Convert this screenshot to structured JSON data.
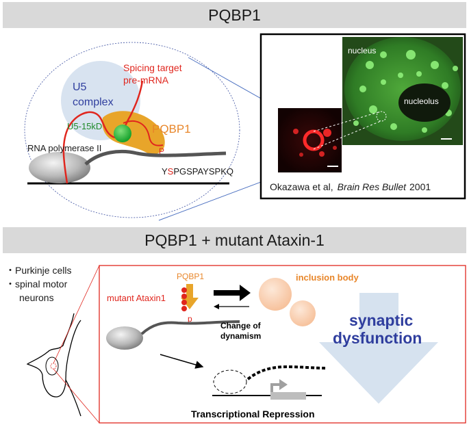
{
  "header_top": "PQBP1",
  "header_bottom": "PQBP1 + mutant Ataxin-1",
  "top_diagram": {
    "u5_complex_line1": "U5",
    "u5_complex_line2": "complex",
    "target_line1": "Spicing target",
    "target_line2": "pre-mRNA",
    "u5_15kd": "U5-15kD",
    "pqbp1": "PQBP1",
    "p_mark": "P",
    "rna_pol": "RNA polymerase II",
    "seq_y": "Y",
    "seq_s": "S",
    "seq_rest": "PGSPAYSPKQ"
  },
  "micrograph": {
    "nucleus": "nucleus",
    "nucleolus": "nucleolus",
    "citation_authors": "Okazawa et al,",
    "citation_journal": "Brain Res Bullet",
    "citation_year": "2001"
  },
  "bottom_diagram": {
    "cells_line1": "・Purkinje cells",
    "cells_line2": "・spinal motor",
    "cells_line3": "neurons",
    "pqbp1": "PQBP1",
    "mutant_ataxin": "mutant Ataxin1",
    "p_mark": "p",
    "inclusion_body": "inclusion body",
    "change_line1": "Change of",
    "change_line2": "dynamism",
    "synaptic_line1": "synaptic",
    "synaptic_line2": "dysfunction",
    "transcriptional": "Transcriptional Repression"
  },
  "colors": {
    "red": "#e0261e",
    "orange": "#e8862a",
    "blue_text": "#2f3e9e",
    "green_text": "#1f8a2a",
    "u5_fill": "#d8e3f0",
    "arrow_fill": "#d6e2ef"
  }
}
